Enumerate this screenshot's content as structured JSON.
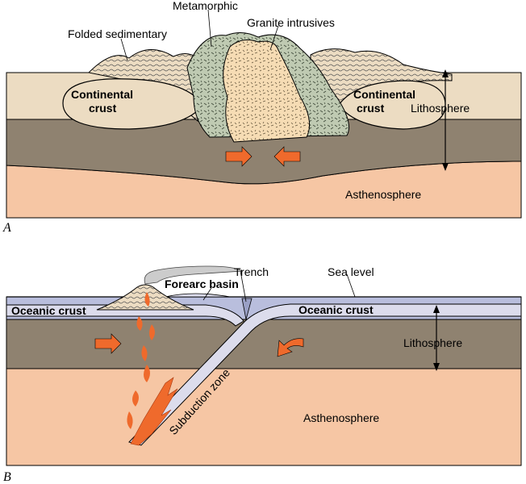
{
  "panel_a": {
    "letter": "A",
    "labels": {
      "folded_sedimentary": "Folded sedimentary",
      "metamorphic": "Metamorphic",
      "granite_intrusives": "Granite intrusives",
      "continental_crust_left_line1": "Continental",
      "continental_crust_left_line2": "crust",
      "continental_crust_right_line1": "Continental",
      "continental_crust_right_line2": "crust",
      "lithosphere": "Lithosphere",
      "asthenosphere": "Asthenosphere"
    }
  },
  "panel_b": {
    "letter": "B",
    "labels": {
      "trench": "Trench",
      "sea_level": "Sea level",
      "forearc_basin": "Forearc basin",
      "oceanic_crust_left": "Oceanic crust",
      "oceanic_crust_right": "Oceanic crust",
      "lithosphere": "Lithosphere",
      "subduction_zone": "Subduction zone",
      "asthenosphere": "Asthenosphere"
    }
  },
  "colors": {
    "asthenosphere": "#f6c6a4",
    "lithosphere": "#8f8270",
    "continental_crust": "#ecdcc2",
    "metamorphic": "#bfcab2",
    "granite": "#f6dcb4",
    "sea": "#b9bedd",
    "oceanic_crust": "#dcdcec",
    "arrow": "#ef6a2c",
    "outline": "#000000"
  }
}
